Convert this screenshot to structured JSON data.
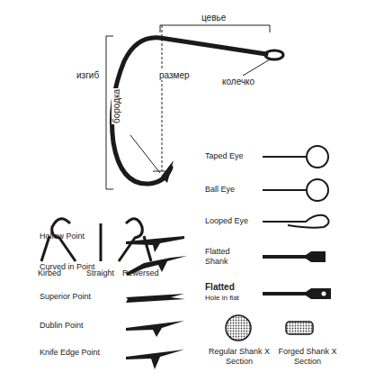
{
  "diagram": {
    "labels": [
      "цевье",
      "изгиб",
      "бородка",
      "размер",
      "колечко",
      "Kirbed",
      "Straight",
      "Rewersed",
      "Taped Eye",
      "Ball Eye",
      "Looped Eye",
      "Flatted Shank",
      "Flatted",
      "Hole in flat",
      "Hollow Point",
      "Curved in Point",
      "Superior Point",
      "Dublin Point",
      "Knife Edge Point",
      "Regular Shank X Section",
      "Forged Shank X Section"
    ]
  }
}
